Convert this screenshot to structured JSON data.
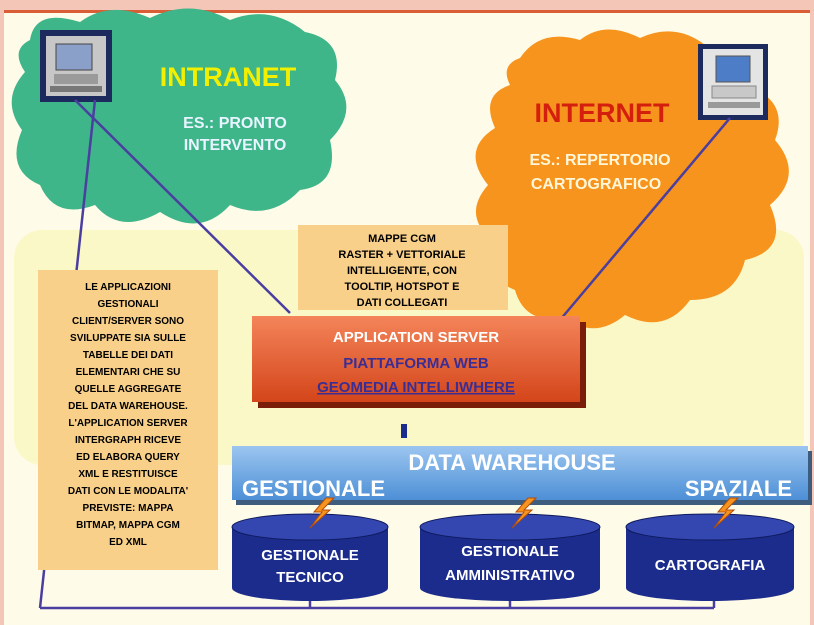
{
  "clouds": {
    "intranet": {
      "title": "INTRANET",
      "line1": "ES.: PRONTO",
      "line2": "INTERVENTO"
    },
    "internet": {
      "title": "INTERNET",
      "line1": "ES.: REPERTORIO",
      "line2": "CARTOGRAFICO"
    }
  },
  "maps_note": [
    "MAPPE CGM",
    "RASTER + VETTORIALE",
    "INTELLIGENTE, CON",
    "TOOLTIP, HOTSPOT E",
    "DATI COLLEGATI"
  ],
  "left_note": [
    "LE APPLICAZIONI",
    "GESTIONALI",
    "CLIENT/SERVER SONO",
    "SVILUPPATE SIA SULLE",
    "TABELLE DEI DATI",
    "ELEMENTARI CHE SU",
    "QUELLE AGGREGATE",
    "DEL DATA WAREHOUSE.",
    "L'APPLICATION SERVER",
    "INTERGRAPH RICEVE",
    "ED ELABORA QUERY",
    "XML E RESTITUISCE",
    "DATI CON LE MODALITA'",
    "PREVISTE: MAPPA",
    "BITMAP, MAPPA CGM",
    "ED XML"
  ],
  "app_server": {
    "title": "APPLICATION SERVER",
    "line1": "PIATTAFORMA WEB",
    "line2": "GEOMEDIA INTELLIWHERE"
  },
  "warehouse": {
    "title": "DATA WAREHOUSE",
    "left": "GESTIONALE",
    "right": "SPAZIALE"
  },
  "databases": [
    {
      "line1": "GESTIONALE",
      "line2": "TECNICO"
    },
    {
      "line1": "GESTIONALE",
      "line2": "AMMINISTRATIVO"
    },
    {
      "line1": "CARTOGRAFIA",
      "line2": ""
    }
  ],
  "colors": {
    "cloud_green": "#3fb58a",
    "cloud_orange": "#f7941d",
    "app_server": "#e8602c",
    "warehouse": "#6fa8dc",
    "database": "#1c2c8c"
  },
  "icons": [
    "computer-icon",
    "computer-icon",
    "lightning-icon"
  ]
}
